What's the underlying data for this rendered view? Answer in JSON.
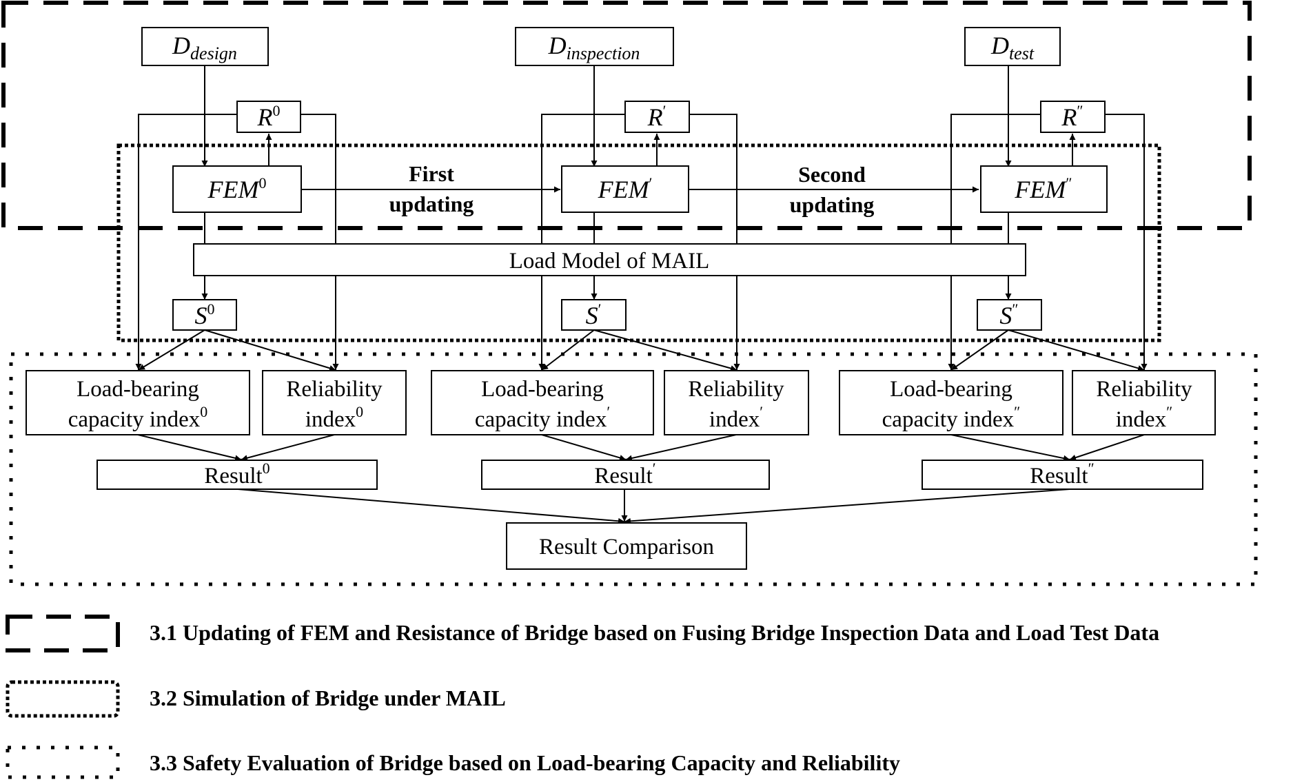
{
  "inputs": {
    "design": {
      "main": "D",
      "sub": "design"
    },
    "inspection": {
      "main": "D",
      "sub": "inspection"
    },
    "test": {
      "main": "D",
      "sub": "test"
    }
  },
  "resistance": [
    {
      "main": "R",
      "sup": "0"
    },
    {
      "main": "R",
      "sup": "′"
    },
    {
      "main": "R",
      "sup": "″"
    }
  ],
  "fem": [
    {
      "main": "FEM",
      "sup": "0"
    },
    {
      "main": "FEM",
      "sup": "′"
    },
    {
      "main": "FEM",
      "sup": "″"
    }
  ],
  "updates": {
    "first": {
      "line1": "First",
      "line2": "updating"
    },
    "second": {
      "line1": "Second",
      "line2": "updating"
    }
  },
  "load_model": "Load Model of MAIL",
  "load_effect": [
    {
      "main": "S",
      "sup": "0"
    },
    {
      "main": "S",
      "sup": "′"
    },
    {
      "main": "S",
      "sup": "″"
    }
  ],
  "capacity": [
    {
      "line1": "Load-bearing",
      "line2": "capacity index",
      "sup": "0"
    },
    {
      "line1": "Load-bearing",
      "line2": "capacity index",
      "sup": "′"
    },
    {
      "line1": "Load-bearing",
      "line2": "capacity index",
      "sup": "″"
    }
  ],
  "reliability": [
    {
      "line1": "Reliability",
      "line2": "index",
      "sup": "0"
    },
    {
      "line1": "Reliability",
      "line2": "index",
      "sup": "′"
    },
    {
      "line1": "Reliability",
      "line2": "index",
      "sup": "″"
    }
  ],
  "results": [
    {
      "main": "Result",
      "sup": "0"
    },
    {
      "main": "Result",
      "sup": "′"
    },
    {
      "main": "Result",
      "sup": "″"
    }
  ],
  "comparison": "Result Comparison",
  "legend": {
    "dashed": "3.1 Updating of FEM and Resistance of Bridge based on Fusing Bridge Inspection Data and Load Test Data",
    "dense_dotted": "3.2 Simulation of Bridge under MAIL",
    "sparse_dotted": "3.3 Safety Evaluation of Bridge based on Load-bearing Capacity and Reliability"
  }
}
